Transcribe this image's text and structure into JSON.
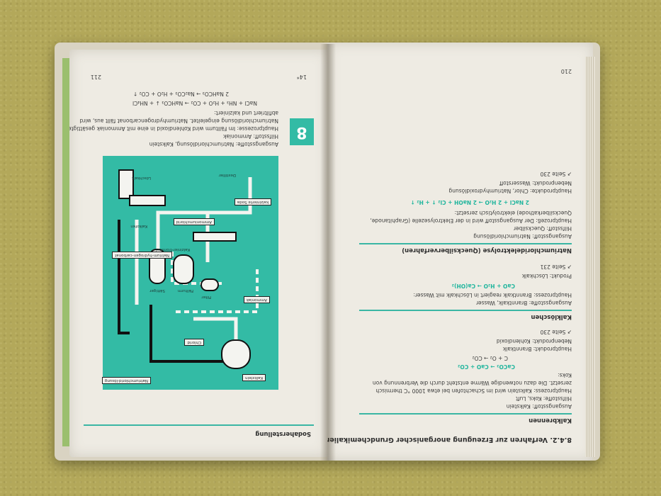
{
  "left_page": {
    "chapter_number": "8",
    "section_title": "Sodaherstellung",
    "page_number": "211",
    "page_mark": "14*",
    "lines": [
      "Ausgangsstoffe: Natriumchloridlösung, Kalkstein",
      "Hilfsstoff: Ammoniak",
      "Hauptprozesse: Im Fällturm wird Kohlendioxid in eine mit Ammoniak gesättigte",
      "Natriumchloridlösung eingeleitet. Natriumhydrogencarbonat fällt aus, wird",
      "abfiltriert und kalziniert:",
      "NaCl + NH₃ + H₂O + CO₂ → NaHCO₃ ↓ + NH₄Cl",
      "2 NaHCO₃ → Na₂CO₃ + H₂O + CO₂ ↑"
    ],
    "diagram_labels": {
      "nacl": "Natriumchlorid-lösung",
      "kalkstein": "Kalkstein",
      "kalkofen": "Kalkofen",
      "ammoniak": "Ammoniak",
      "kalzinierte_soda": "kalzinierte Soda",
      "loeschkalk": "Löschkalk",
      "destillier": "Destillier",
      "faellturm": "Fällturm",
      "filter": "Filter",
      "saettiger": "Sättiger",
      "kalzinier": "Kalzinier-trommel",
      "chlorid": "Chlorid",
      "ammoniumchlorid": "Ammoniumchlorid",
      "natrium_hydrogen": "Natrium-hydrogen-carbonat"
    }
  },
  "right_page": {
    "page_number": "210",
    "heading": "8.4.2. Verfahren zur Erzeugung anorganischer Grundchemikalien",
    "sections": {
      "kalkbrennen": {
        "title": "Kalkbrennen",
        "lines": [
          "Ausgangsstoff: Kalkstein",
          "Hilfsstoffe: Koks, Luft",
          "Hauptprozess: Kalkstein wird im Schachtofen bei etwa 1000 °C thermisch",
          "zersetzt. Die dazu notwendige Wärme entsteht durch die Verbrennung von",
          "Koks:",
          "CaCO₃ → CaO + CO₂",
          "C + O₂ → CO₂",
          "Hauptprodukt: Branntkalk",
          "Nebenprodukt: Kohlendioxid",
          "↗ Seite 230"
        ]
      },
      "kalkloeschen": {
        "title": "Kalklöschen",
        "lines": [
          "Ausgangsstoffe: Branntkalk, Wasser",
          "Hauptprozess: Branntkalk reagiert in Löschkalk mit Wasser:",
          "CaO + H₂O → Ca(OH)₂",
          "Produkt: Löschkalk",
          "↗ Seite 231"
        ]
      },
      "elektrolyse": {
        "title": "Natriumchloridelektrolyse (Quecksilberverfahren)",
        "lines": [
          "Ausgangsstoff: Natriumchloridlösung",
          "Hilfsstoff: Quecksilber",
          "Hauptprozeß: Der Ausgangsstoff wird in der Elektrolysezelle (Graphitanode,",
          "Quecksilberkathode) elektrolytisch zersetzt:",
          "2 NaCl + 2 H₂O → 2 NaOH + Cl₂ ↑ + H₂ ↑",
          "Hauptprodukte: Chlor, Natriumhydroxidlösung",
          "Nebenprodukt: Wasserstoff",
          "↗ Seite 230"
        ]
      }
    }
  },
  "colors": {
    "accent_teal": "#33bba5",
    "tablecloth": "#b3a85a",
    "paper": "#eeebe3"
  }
}
